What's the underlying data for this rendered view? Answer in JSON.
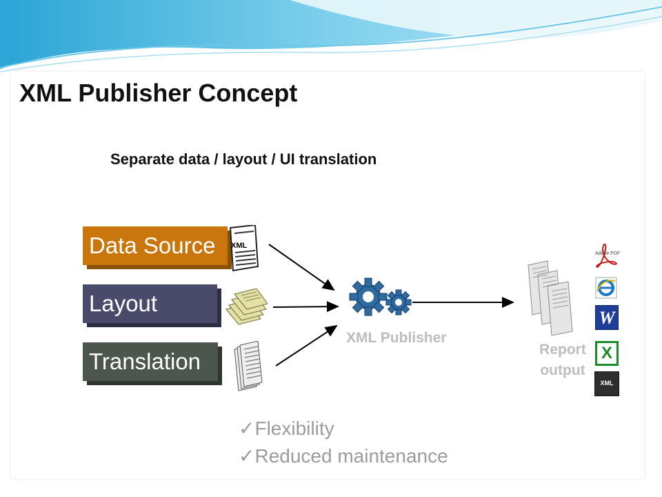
{
  "slide": {
    "title": "XML Publisher Concept",
    "subtitle": "Separate data / layout / UI translation"
  },
  "inputs": [
    {
      "label": "Data Source",
      "color": "#c9770c",
      "icon": "xml-document-icon"
    },
    {
      "label": "Layout",
      "color": "#4a4b6b",
      "icon": "layout-pages-icon"
    },
    {
      "label": "Translation",
      "color": "#4c564c",
      "icon": "translation-pages-icon"
    }
  ],
  "engine": {
    "label": "XML Publisher",
    "icon": "gears-icon"
  },
  "output": {
    "label": "Report output",
    "icon": "report-documents-icon"
  },
  "output_formats": [
    {
      "icon": "adobe-pdf-icon",
      "text": "Adobe PDF"
    },
    {
      "icon": "internet-explorer-icon"
    },
    {
      "icon": "ms-word-icon",
      "text": "W"
    },
    {
      "icon": "ms-excel-icon",
      "text": "X"
    },
    {
      "icon": "xml-badge-icon",
      "text": "XML"
    }
  ],
  "xml_doc_text": "XML",
  "benefits": [
    {
      "mark": "✓",
      "text": "Flexibility"
    },
    {
      "mark": "✓",
      "text": "Reduced maintenance"
    }
  ]
}
